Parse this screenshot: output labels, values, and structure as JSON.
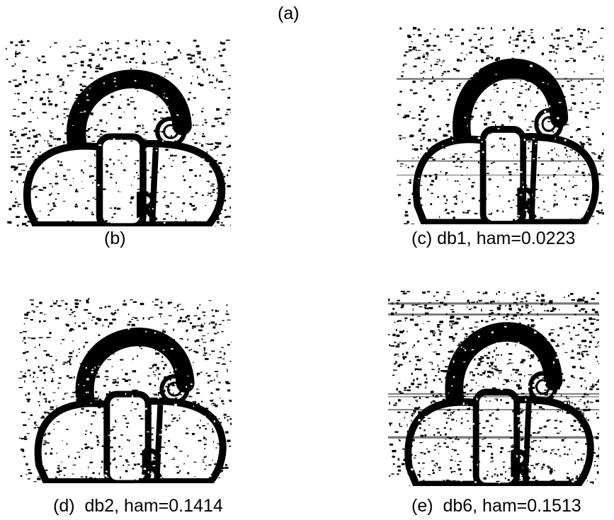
{
  "figure": {
    "panels": [
      {
        "id": "a",
        "caption": "(a)"
      },
      {
        "id": "b",
        "caption": "(b)",
        "image": "binarized-padlock-original"
      },
      {
        "id": "c",
        "caption": "(c) db1, ham=0.0223",
        "image": "binarized-padlock-db1"
      },
      {
        "id": "d",
        "caption": "(d)  db2, ham=0.1414",
        "image": "binarized-padlock-db2"
      },
      {
        "id": "e",
        "caption": "(e)  db6, ham=0.1513",
        "image": "binarized-padlock-db6"
      }
    ]
  }
}
